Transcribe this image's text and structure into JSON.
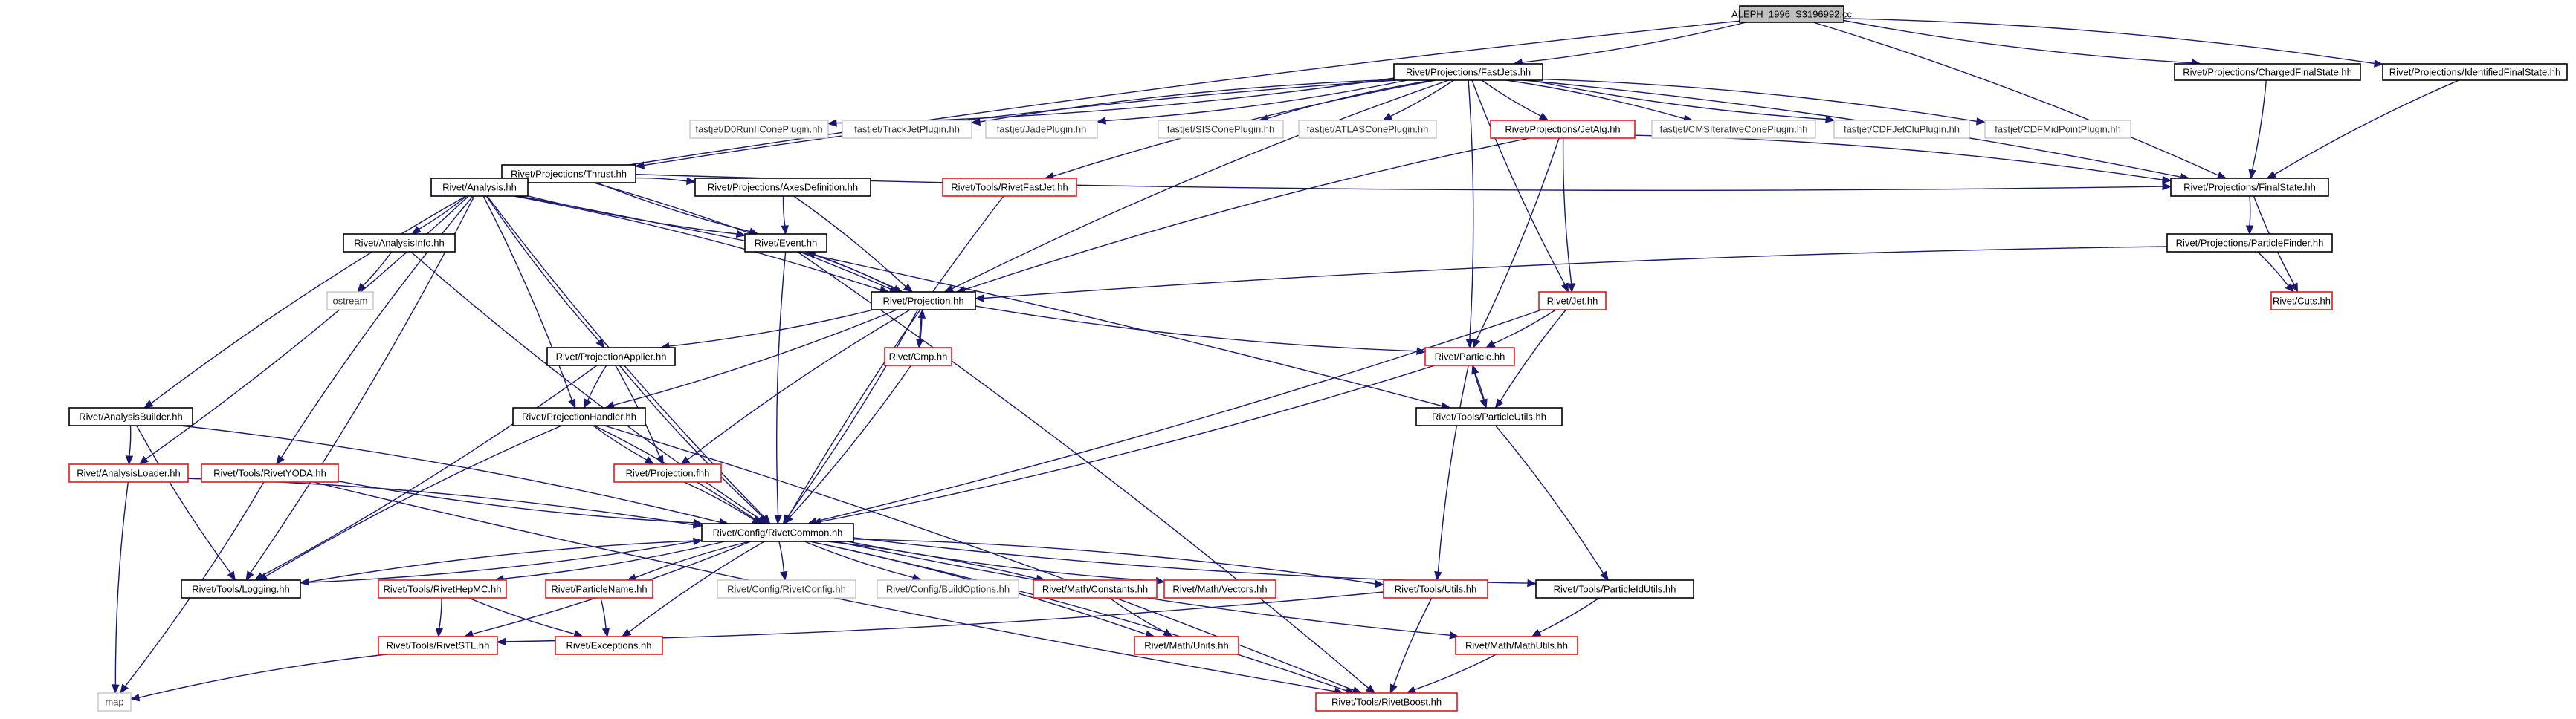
{
  "graph": {
    "title": "ALEPH_1996_S3196992.cc",
    "colors": {
      "edge": "#191970",
      "link_border": "#000000",
      "missing_border": "#e8161e",
      "external_border": "#bfbfbf",
      "root_fill": "#bfbfbf"
    },
    "nodes": [
      {
        "id": "root",
        "label": "ALEPH_1996_S3196992.cc",
        "style": "root"
      },
      {
        "id": "fastjets",
        "label": "Rivet/Projections/FastJets.hh",
        "style": "black"
      },
      {
        "id": "chargedfs",
        "label": "Rivet/Projections/ChargedFinalState.hh",
        "style": "black"
      },
      {
        "id": "identfs",
        "label": "Rivet/Projections/IdentifiedFinalState.hh",
        "style": "black"
      },
      {
        "id": "thrust",
        "label": "Rivet/Projections/Thrust.hh",
        "style": "black"
      },
      {
        "id": "d0run",
        "label": "fastjet/D0RunIIConePlugin.hh",
        "style": "gray"
      },
      {
        "id": "trackjet",
        "label": "fastjet/TrackJetPlugin.hh",
        "style": "gray"
      },
      {
        "id": "jade",
        "label": "fastjet/JadePlugin.hh",
        "style": "gray"
      },
      {
        "id": "siscone",
        "label": "fastjet/SISConePlugin.hh",
        "style": "gray"
      },
      {
        "id": "atlascone",
        "label": "fastjet/ATLASConePlugin.hh",
        "style": "gray"
      },
      {
        "id": "jetalg",
        "label": "Rivet/Projections/JetAlg.hh",
        "style": "red"
      },
      {
        "id": "cmscone",
        "label": "fastjet/CMSIterativeConePlugin.hh",
        "style": "gray"
      },
      {
        "id": "cdfjetclu",
        "label": "fastjet/CDFJetCluPlugin.hh",
        "style": "gray"
      },
      {
        "id": "cdfmid",
        "label": "fastjet/CDFMidPointPlugin.hh",
        "style": "gray"
      },
      {
        "id": "analysis",
        "label": "Rivet/Analysis.hh",
        "style": "black"
      },
      {
        "id": "axesdef",
        "label": "Rivet/Projections/AxesDefinition.hh",
        "style": "black"
      },
      {
        "id": "rivetfastjet",
        "label": "Rivet/Tools/RivetFastJet.hh",
        "style": "red"
      },
      {
        "id": "finalstate",
        "label": "Rivet/Projections/FinalState.hh",
        "style": "black"
      },
      {
        "id": "analysisinfo",
        "label": "Rivet/AnalysisInfo.hh",
        "style": "black"
      },
      {
        "id": "event",
        "label": "Rivet/Event.hh",
        "style": "black"
      },
      {
        "id": "particlefinder",
        "label": "Rivet/Projections/ParticleFinder.hh",
        "style": "black"
      },
      {
        "id": "ostream",
        "label": "ostream",
        "style": "gray"
      },
      {
        "id": "projection",
        "label": "Rivet/Projection.hh",
        "style": "black"
      },
      {
        "id": "jet",
        "label": "Rivet/Jet.hh",
        "style": "red"
      },
      {
        "id": "cuts",
        "label": "Rivet/Cuts.hh",
        "style": "red"
      },
      {
        "id": "projapplier",
        "label": "Rivet/ProjectionApplier.hh",
        "style": "black"
      },
      {
        "id": "cmp",
        "label": "Rivet/Cmp.hh",
        "style": "red"
      },
      {
        "id": "particle",
        "label": "Rivet/Particle.hh",
        "style": "red"
      },
      {
        "id": "analysisbuilder",
        "label": "Rivet/AnalysisBuilder.hh",
        "style": "black"
      },
      {
        "id": "projhandler",
        "label": "Rivet/ProjectionHandler.hh",
        "style": "black"
      },
      {
        "id": "particleutils",
        "label": "Rivet/Tools/ParticleUtils.hh",
        "style": "black"
      },
      {
        "id": "analysisloader",
        "label": "Rivet/AnalysisLoader.hh",
        "style": "red"
      },
      {
        "id": "rivetyoda",
        "label": "Rivet/Tools/RivetYODA.hh",
        "style": "red"
      },
      {
        "id": "projfhh",
        "label": "Rivet/Projection.fhh",
        "style": "red"
      },
      {
        "id": "rivetcommon",
        "label": "Rivet/Config/RivetCommon.hh",
        "style": "black"
      },
      {
        "id": "logging",
        "label": "Rivet/Tools/Logging.hh",
        "style": "black"
      },
      {
        "id": "rivethepmc",
        "label": "Rivet/Tools/RivetHepMC.hh",
        "style": "red"
      },
      {
        "id": "particlename",
        "label": "Rivet/ParticleName.hh",
        "style": "red"
      },
      {
        "id": "rivetconfig",
        "label": "Rivet/Config/RivetConfig.hh",
        "style": "gray"
      },
      {
        "id": "buildoptions",
        "label": "Rivet/Config/BuildOptions.hh",
        "style": "gray"
      },
      {
        "id": "mathconstants",
        "label": "Rivet/Math/Constants.hh",
        "style": "red"
      },
      {
        "id": "mathvectors",
        "label": "Rivet/Math/Vectors.hh",
        "style": "red"
      },
      {
        "id": "toolsutils",
        "label": "Rivet/Tools/Utils.hh",
        "style": "red"
      },
      {
        "id": "particleidutils",
        "label": "Rivet/Tools/ParticleIdUtils.hh",
        "style": "black"
      },
      {
        "id": "rivetstl",
        "label": "Rivet/Tools/RivetSTL.hh",
        "style": "red"
      },
      {
        "id": "exceptions",
        "label": "Rivet/Exceptions.hh",
        "style": "red"
      },
      {
        "id": "mathunits",
        "label": "Rivet/Math/Units.hh",
        "style": "red"
      },
      {
        "id": "mathutils",
        "label": "Rivet/Math/MathUtils.hh",
        "style": "red"
      },
      {
        "id": "map",
        "label": "map",
        "style": "gray"
      },
      {
        "id": "rivetboost",
        "label": "Rivet/Tools/RivetBoost.hh",
        "style": "red"
      }
    ],
    "edges": [
      [
        "root",
        "fastjets"
      ],
      [
        "root",
        "chargedfs"
      ],
      [
        "root",
        "identfs"
      ],
      [
        "root",
        "analysis"
      ],
      [
        "root",
        "finalstate"
      ],
      [
        "fastjets",
        "thrust"
      ],
      [
        "fastjets",
        "d0run"
      ],
      [
        "fastjets",
        "trackjet"
      ],
      [
        "fastjets",
        "jade"
      ],
      [
        "fastjets",
        "siscone"
      ],
      [
        "fastjets",
        "atlascone"
      ],
      [
        "fastjets",
        "jetalg"
      ],
      [
        "fastjets",
        "cmscone"
      ],
      [
        "fastjets",
        "cdfjetclu"
      ],
      [
        "fastjets",
        "cdfmid"
      ],
      [
        "fastjets",
        "rivetfastjet"
      ],
      [
        "fastjets",
        "finalstate"
      ],
      [
        "fastjets",
        "projection"
      ],
      [
        "fastjets",
        "particle"
      ],
      [
        "fastjets",
        "jet"
      ],
      [
        "chargedfs",
        "finalstate"
      ],
      [
        "identfs",
        "finalstate"
      ],
      [
        "thrust",
        "axesdef"
      ],
      [
        "thrust",
        "event"
      ],
      [
        "thrust",
        "projection"
      ],
      [
        "thrust",
        "finalstate"
      ],
      [
        "jetalg",
        "finalstate"
      ],
      [
        "jetalg",
        "projection"
      ],
      [
        "jetalg",
        "particle"
      ],
      [
        "jetalg",
        "jet"
      ],
      [
        "analysis",
        "analysisinfo"
      ],
      [
        "analysis",
        "event"
      ],
      [
        "analysis",
        "projection"
      ],
      [
        "analysis",
        "projapplier"
      ],
      [
        "analysis",
        "projhandler"
      ],
      [
        "analysis",
        "analysisbuilder"
      ],
      [
        "analysis",
        "analysisloader"
      ],
      [
        "analysis",
        "rivetyoda"
      ],
      [
        "analysis",
        "logging"
      ],
      [
        "analysis",
        "rivetcommon"
      ],
      [
        "analysis",
        "particleutils"
      ],
      [
        "axesdef",
        "event"
      ],
      [
        "axesdef",
        "projection"
      ],
      [
        "rivetfastjet",
        "rivetcommon"
      ],
      [
        "finalstate",
        "particlefinder"
      ],
      [
        "finalstate",
        "cuts"
      ],
      [
        "analysisinfo",
        "ostream"
      ],
      [
        "analysisinfo",
        "rivetcommon"
      ],
      [
        "event",
        "projection"
      ],
      [
        "event",
        "rivetcommon"
      ],
      [
        "event",
        "rivetboost"
      ],
      [
        "particlefinder",
        "projection"
      ],
      [
        "particlefinder",
        "cuts"
      ],
      [
        "projection",
        "event"
      ],
      [
        "projection",
        "projapplier"
      ],
      [
        "projection",
        "cmp"
      ],
      [
        "projection",
        "projhandler"
      ],
      [
        "projection",
        "projfhh"
      ],
      [
        "projection",
        "rivetcommon"
      ],
      [
        "projection",
        "particle"
      ],
      [
        "jet",
        "particle"
      ],
      [
        "jet",
        "particleutils"
      ],
      [
        "jet",
        "rivetcommon"
      ],
      [
        "projapplier",
        "projhandler"
      ],
      [
        "projapplier",
        "projfhh"
      ],
      [
        "projapplier",
        "rivetcommon"
      ],
      [
        "projapplier",
        "logging"
      ],
      [
        "cmp",
        "projection"
      ],
      [
        "cmp",
        "rivetcommon"
      ],
      [
        "particle",
        "particleutils"
      ],
      [
        "particle",
        "rivetcommon"
      ],
      [
        "particle",
        "toolsutils"
      ],
      [
        "analysisbuilder",
        "analysisloader"
      ],
      [
        "analysisbuilder",
        "logging"
      ],
      [
        "analysisbuilder",
        "rivetcommon"
      ],
      [
        "projhandler",
        "projfhh"
      ],
      [
        "projhandler",
        "rivetcommon"
      ],
      [
        "projhandler",
        "logging"
      ],
      [
        "projhandler",
        "rivetboost"
      ],
      [
        "particleutils",
        "particle"
      ],
      [
        "particleutils",
        "particleidutils"
      ],
      [
        "analysisloader",
        "map"
      ],
      [
        "analysisloader",
        "rivetcommon"
      ],
      [
        "rivetyoda",
        "rivetcommon"
      ],
      [
        "rivetyoda",
        "map"
      ],
      [
        "rivetyoda",
        "rivetboost"
      ],
      [
        "projfhh",
        "rivetcommon"
      ],
      [
        "rivetcommon",
        "logging"
      ],
      [
        "rivetcommon",
        "rivethepmc"
      ],
      [
        "rivetcommon",
        "particlename"
      ],
      [
        "rivetcommon",
        "rivetconfig"
      ],
      [
        "rivetcommon",
        "buildoptions"
      ],
      [
        "rivetcommon",
        "mathconstants"
      ],
      [
        "rivetcommon",
        "mathvectors"
      ],
      [
        "rivetcommon",
        "toolsutils"
      ],
      [
        "rivetcommon",
        "particleidutils"
      ],
      [
        "rivetcommon",
        "rivetstl"
      ],
      [
        "rivetcommon",
        "exceptions"
      ],
      [
        "rivetcommon",
        "mathunits"
      ],
      [
        "rivetcommon",
        "mathutils"
      ],
      [
        "rivetcommon",
        "rivetboost"
      ],
      [
        "logging",
        "rivetcommon"
      ],
      [
        "rivethepmc",
        "rivetstl"
      ],
      [
        "rivethepmc",
        "exceptions"
      ],
      [
        "particlename",
        "exceptions"
      ],
      [
        "mathconstants",
        "mathunits"
      ],
      [
        "toolsutils",
        "rivetstl"
      ],
      [
        "toolsutils",
        "rivetboost"
      ],
      [
        "particleidutils",
        "mathutils"
      ],
      [
        "rivetstl",
        "map"
      ],
      [
        "mathutils",
        "rivetboost"
      ]
    ]
  }
}
